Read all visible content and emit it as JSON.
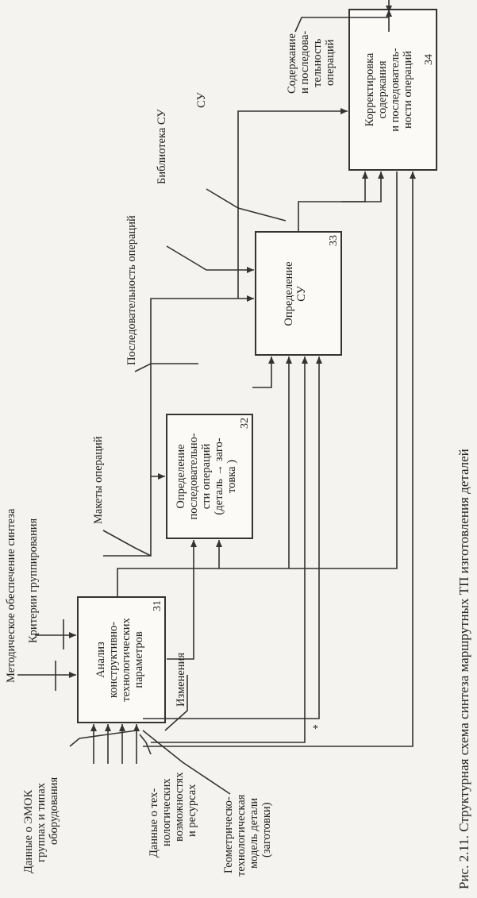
{
  "caption": "Рис. 2.11. Структурная схема синтеза маршрутных ТП изготовления деталей",
  "boxes": [
    {
      "id": "31",
      "lines": [
        "Анализ",
        "конструктивно-",
        "технологических",
        "параметров"
      ]
    },
    {
      "id": "32",
      "lines": [
        "Определение",
        "последовательно-",
        "сти операций",
        "(деталь → заго-",
        "товка  )"
      ]
    },
    {
      "id": "33",
      "lines": [
        "Определение",
        "СУ"
      ]
    },
    {
      "id": "34",
      "lines": [
        "Корректировка",
        "содержания",
        "и последователь-",
        "ности операций"
      ]
    }
  ],
  "inputs": [
    {
      "lines": [
        "Данные о ЭМОК",
        "группах и типах",
        "оборудования"
      ]
    },
    {
      "lines": [
        "Данные о тех-",
        "нологических",
        "возможностях",
        "и ресурсах"
      ]
    },
    {
      "lines": [
        "Геометрическо-",
        "технологическая",
        "модель детали",
        "(заготовки)"
      ]
    }
  ],
  "controls": {
    "method": "Методическое обеспечение синтеза",
    "criteria": "Критерии группирования",
    "changes": "Изменения",
    "templates": "Макеты операций",
    "sequence": "Последовательность операций",
    "library": "Библиотека СУ",
    "su": "СУ",
    "output_lines": [
      "Содержание",
      "и последова-",
      "тельность",
      "операций"
    ]
  },
  "marks": {
    "asterisk": "*"
  }
}
